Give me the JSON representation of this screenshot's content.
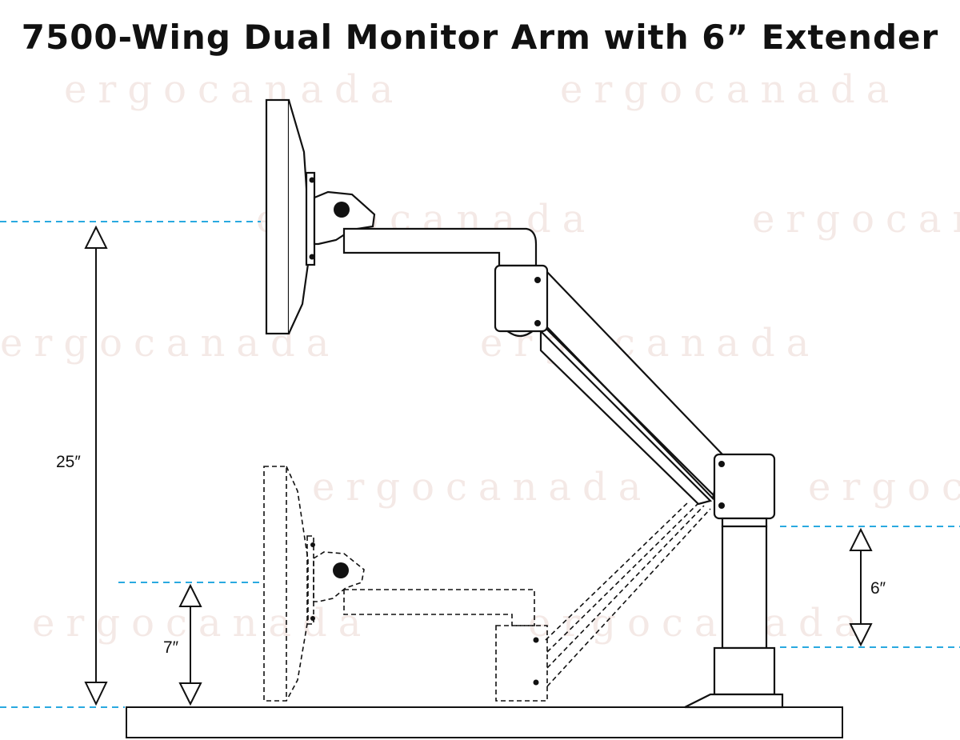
{
  "title": "7500-Wing Dual Monitor Arm with 6” Extender",
  "dimensions": {
    "raised_height": "25″",
    "lowered_height": "7″",
    "extender": "6″"
  },
  "watermark": {
    "text": "ergocanada"
  },
  "colors": {
    "guide_line": "#29a9e0",
    "outline": "#111111",
    "watermark": "#f3e7e4"
  }
}
